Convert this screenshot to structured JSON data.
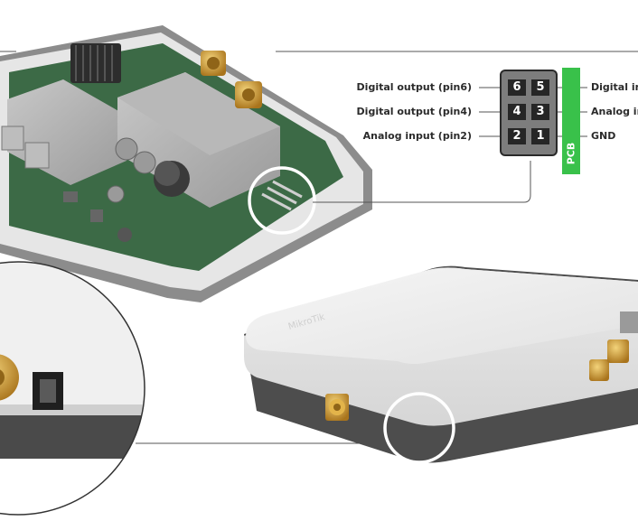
{
  "pinout": {
    "labels_left": [
      "Digital output (pin6)",
      "Digital output (pin4)",
      "Analog input (pin2)"
    ],
    "labels_right": [
      "Digital inp",
      "Analog in",
      "GND"
    ],
    "pins": [
      "6",
      "5",
      "4",
      "3",
      "2",
      "1"
    ],
    "pcb_label": "PCB"
  },
  "colors": {
    "pcb_green": "#39c14a",
    "connector": "#262626",
    "enclosure": "#efefef",
    "base": "#4a4a4a",
    "board": "#3d6b45",
    "gold": "#c9962e"
  }
}
